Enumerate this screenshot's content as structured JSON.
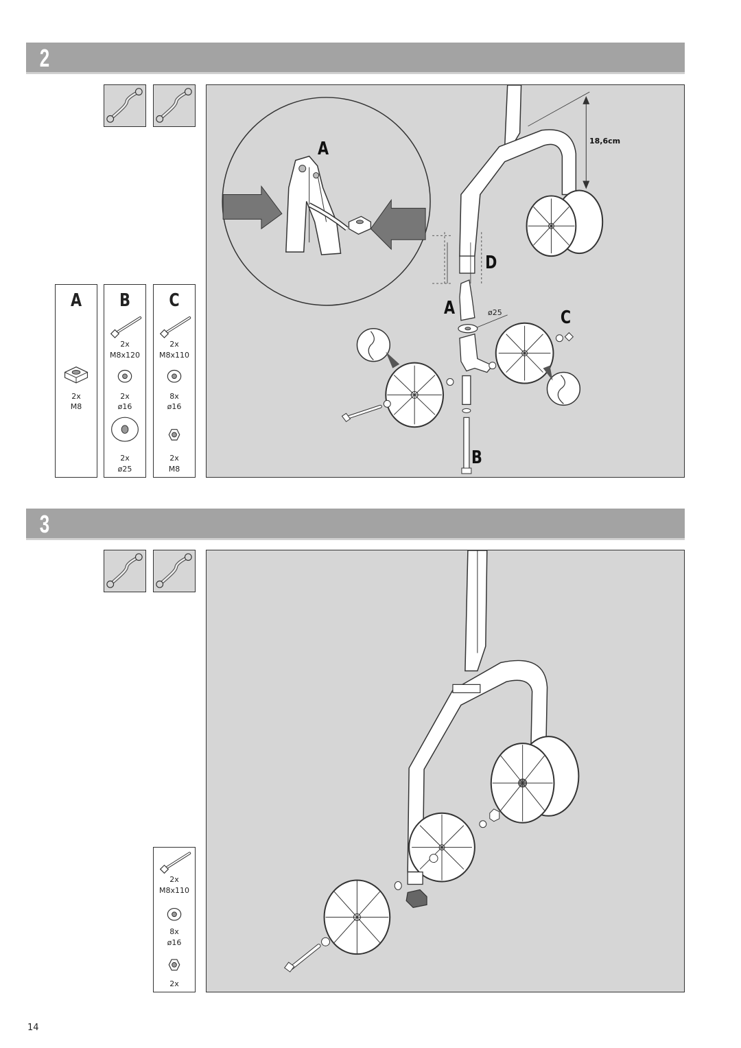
{
  "step2": {
    "number": "2",
    "tools": [
      {
        "icon": "wrench-icon"
      },
      {
        "icon": "wrench-icon"
      }
    ],
    "parts": {
      "a": {
        "letter": "A",
        "items": [
          {
            "qty": "2x",
            "spec": "M8",
            "icon": "square-nut-icon"
          }
        ]
      },
      "b": {
        "letter": "B",
        "items": [
          {
            "qty": "2x",
            "spec": "M8x120",
            "icon": "bolt-icon"
          },
          {
            "qty": "2x",
            "spec": "ø16",
            "icon": "washer-icon"
          },
          {
            "qty": "2x",
            "spec": "ø25",
            "icon": "large-washer-icon"
          }
        ]
      },
      "c": {
        "letter": "C",
        "items": [
          {
            "qty": "2x",
            "spec": "M8x110",
            "icon": "bolt-icon"
          },
          {
            "qty": "8x",
            "spec": "ø16",
            "icon": "washer-icon"
          },
          {
            "qty": "2x",
            "spec": "M8",
            "icon": "hex-nut-icon"
          }
        ]
      }
    },
    "illustration": {
      "detail_label": "A",
      "dimension": "18,6cm",
      "label_d": "D",
      "label_a": "A",
      "label_c": "C",
      "label_b": "B",
      "washer_dia": "ø25"
    }
  },
  "step3": {
    "number": "3",
    "tools": [
      {
        "icon": "wrench-icon"
      },
      {
        "icon": "wrench-icon"
      }
    ],
    "parts": {
      "items": [
        {
          "qty": "2x",
          "spec": "M8x110",
          "icon": "bolt-icon"
        },
        {
          "qty": "8x",
          "spec": "ø16",
          "icon": "washer-icon"
        },
        {
          "qty": "2x",
          "spec": "",
          "icon": "hex-nut-icon"
        }
      ]
    }
  },
  "page_number": "14"
}
